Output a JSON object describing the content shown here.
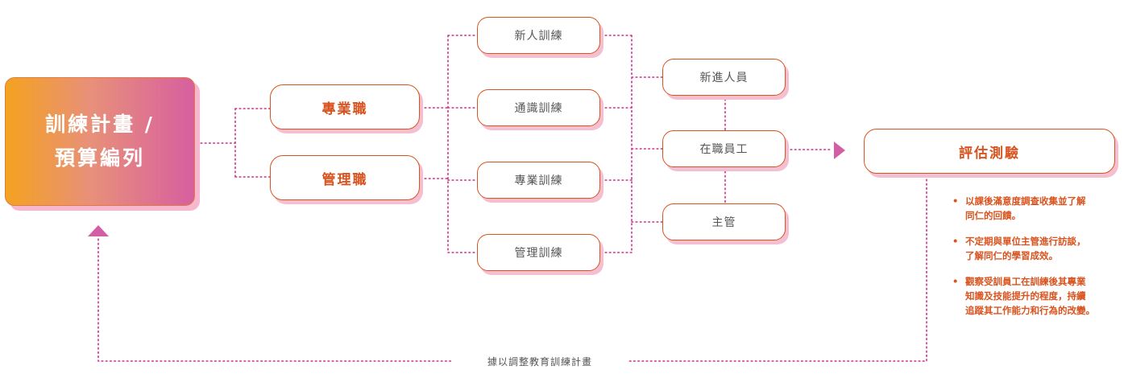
{
  "main": {
    "line1": "訓練計畫 /",
    "line2": "預算編列"
  },
  "tracks": [
    {
      "label": "專業職"
    },
    {
      "label": "管理職"
    }
  ],
  "courses": [
    {
      "label": "新人訓練"
    },
    {
      "label": "通識訓練"
    },
    {
      "label": "專業訓練"
    },
    {
      "label": "管理訓練"
    }
  ],
  "audiences": [
    {
      "label": "新進人員"
    },
    {
      "label": "在職員工"
    },
    {
      "label": "主管"
    }
  ],
  "evaluation": {
    "title": "評估測驗",
    "notes": [
      {
        "line1": "以課後滿意度調查收集並了解",
        "line2": "同仁的回饋。"
      },
      {
        "line1": "不定期與單位主管進行訪談，",
        "line2": "了解同仁的學習成效。"
      },
      {
        "line1": "觀察受訓員工在訓練後其專業",
        "line2": "知識及技能提升的程度，持續",
        "line3": "追蹤其工作能力和行為的改變。"
      }
    ]
  },
  "feedback": {
    "label": "據以調整教育訓練計畫"
  },
  "colors": {
    "accent": "#d9531e",
    "connector": "#cf2f8a",
    "arrow": "#d45ea6",
    "shadow": "#f5bfd2"
  }
}
